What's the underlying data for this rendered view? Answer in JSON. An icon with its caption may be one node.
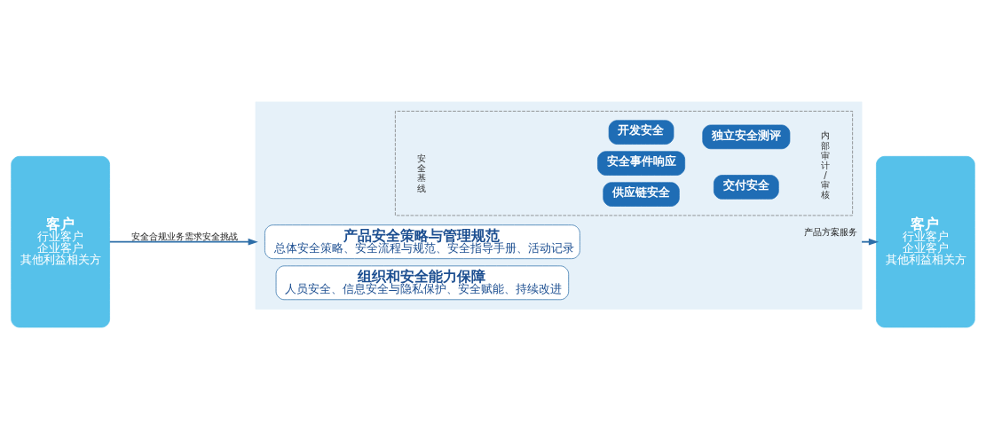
{
  "diagram": {
    "nodes": [
      {
        "text": [
          "客户",
          "行业客户",
          "企业客户",
          "其他利益相关方"
        ]
      },
      {
        "text": [],
        "shape": "box"
      },
      {
        "text": [
          "产品安全策略与管理规范",
          "总体安全策略、安全流程与规范、安全指导手册、活动记录"
        ],
        "in": 1
      },
      {
        "text": [],
        "shape": "box",
        "in": 1,
        "beside": [
          "安全基线",
          "内部审计/审核"
        ]
      },
      {
        "text": [
          "开发安全"
        ],
        "in": 3
      },
      {
        "text": [
          "独立安全测评"
        ],
        "in": 3
      },
      {
        "text": [
          "供应链安全"
        ],
        "in": 3
      },
      {
        "text": [
          "交付安全"
        ],
        "in": 3
      },
      {
        "text": [
          "安全事件响应"
        ],
        "in": 3
      },
      {
        "text": [
          "组织和安全能力保障",
          "人员安全、信息安全与隐私保护、安全赋能、持续改进"
        ],
        "in": 1
      },
      {
        "text": [
          "客户",
          "行业客户",
          "企业客户",
          "其他利益相关方"
        ]
      }
    ],
    "edges": [
      {
        "from": 0,
        "to": 1,
        "arrow": "to",
        "label": "安全合规业务需求安全挑战"
      },
      {
        "from": 1,
        "to": 10,
        "arrow": "to",
        "label": "产品方案服务"
      }
    ]
  }
}
